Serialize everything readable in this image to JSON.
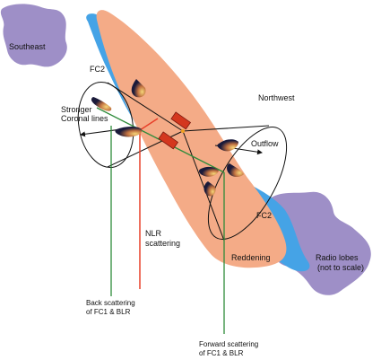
{
  "labels": {
    "southeast": "Southeast",
    "northwest": "Northwest",
    "fc2_upper": "FC2",
    "fc2_lower": "FC2",
    "stronger_coronal_line1": "Stronger",
    "stronger_coronal_line2": "Coronal lines",
    "outflow": "Outflow",
    "nlr_scattering_line1": "NLR",
    "nlr_scattering_line2": "scattering",
    "reddening": "Reddening",
    "radio_lobes_line1": "Radio lobes",
    "radio_lobes_line2": "(not to scale)",
    "back_scattering_line1": "Back scattering",
    "back_scattering_line2": "of FC1 & BLR",
    "forward_scattering_line1": "Forward scattering",
    "forward_scattering_line2": "of FC1 & BLR"
  },
  "colors": {
    "radio_lobe": "#9e8fc7",
    "blue_region": "#45a3e6",
    "orange_region": "#f4ab87",
    "green_line": "#2e8b3a",
    "red_line": "#e8402a",
    "nucleus_block": "#d4371e",
    "cloud": "#1a1a3a",
    "cloud_glow": "#f7d77a"
  }
}
